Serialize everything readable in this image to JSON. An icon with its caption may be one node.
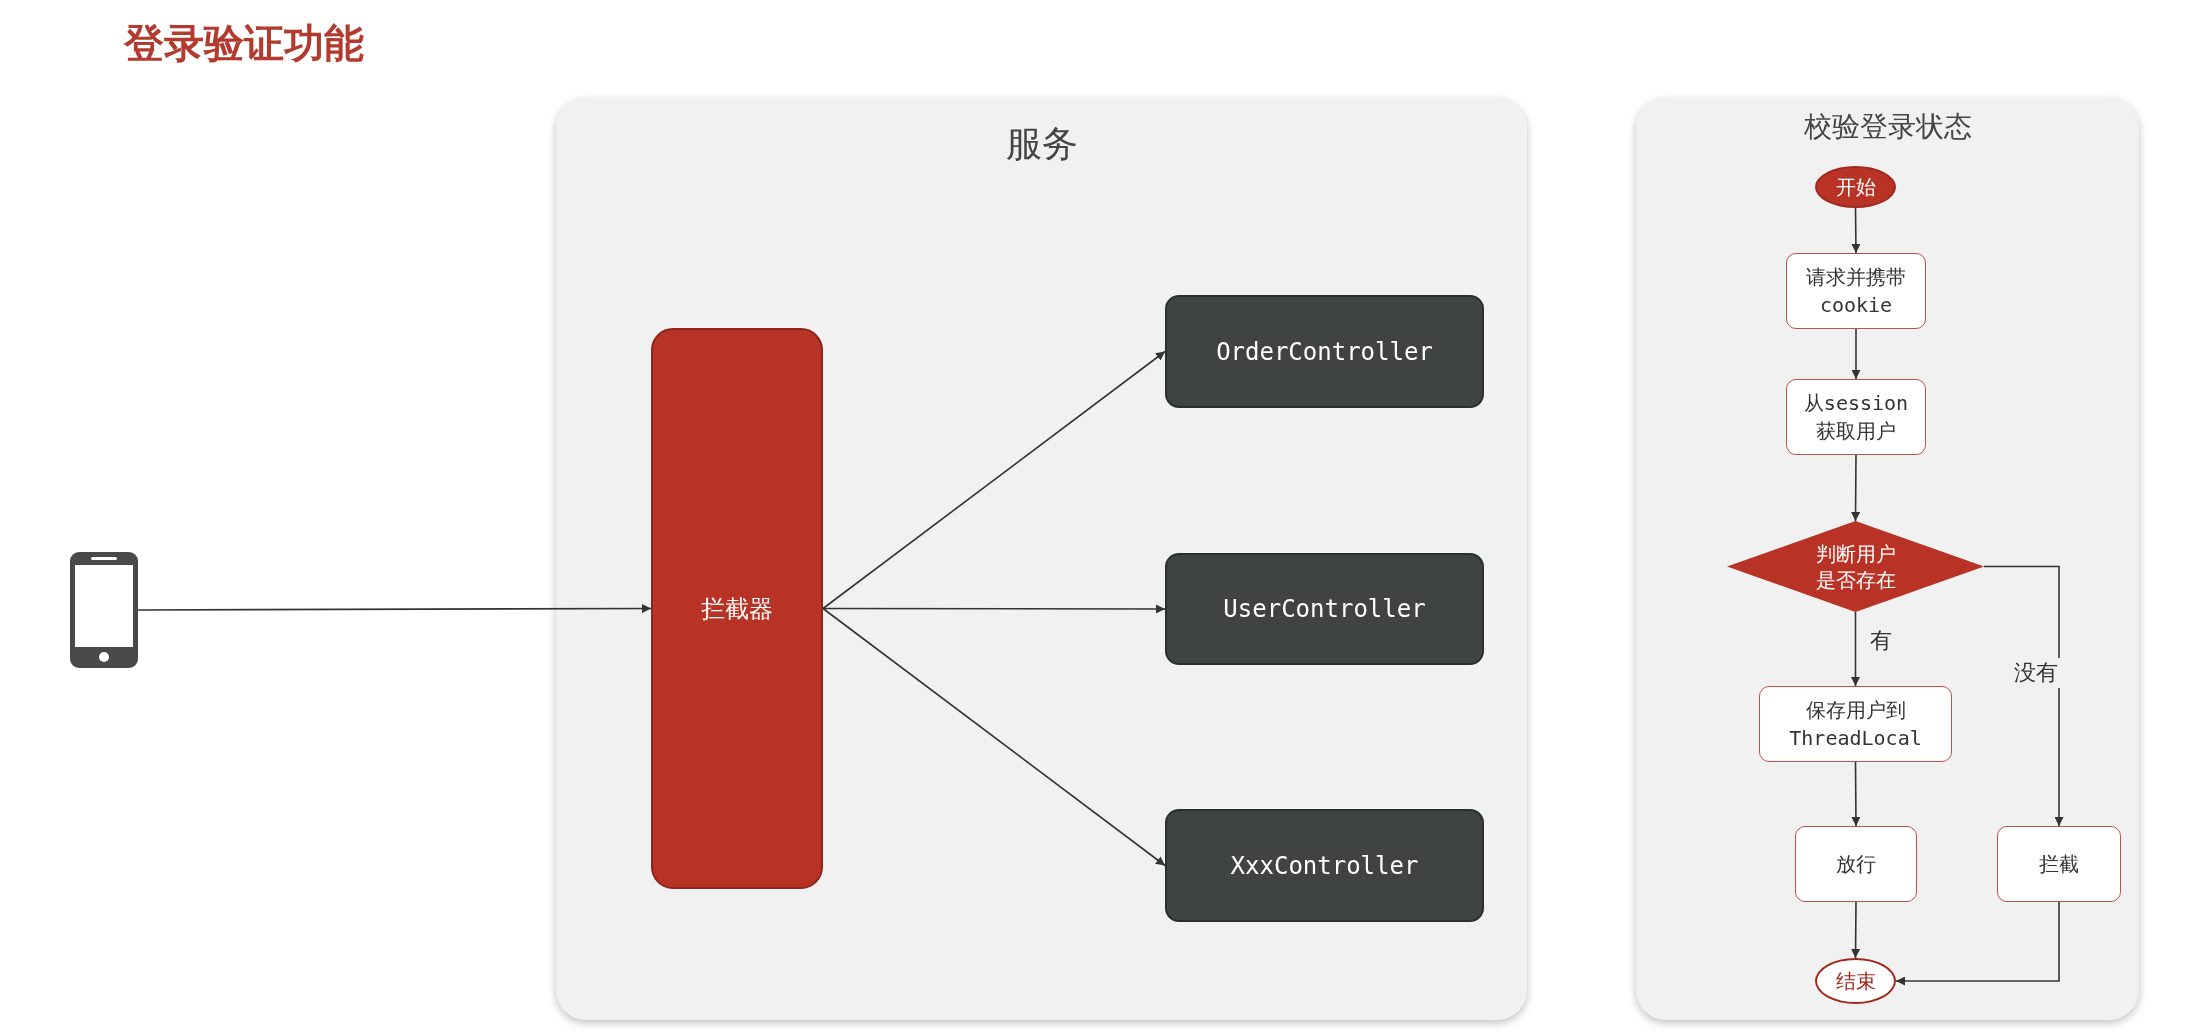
{
  "diagram": {
    "title": "登录验证功能",
    "nodes": [
      {
        "text": [],
        "shape": "picture"
      },
      {
        "text": [
          "服务"
        ]
      },
      {
        "text": [
          "拦截器"
        ],
        "in": 1
      },
      {
        "text": [
          "OrderController"
        ],
        "in": 1
      },
      {
        "text": [
          "UserController"
        ],
        "in": 1
      },
      {
        "text": [
          "XxxController"
        ],
        "in": 1
      },
      {
        "text": [
          "校验登录状态"
        ]
      },
      {
        "text": [
          "开始"
        ],
        "in": 6
      },
      {
        "text": [
          "请求并携带cookie"
        ],
        "in": 6
      },
      {
        "text": [
          "从session获取用户"
        ],
        "in": 6
      },
      {
        "text": [
          "判断用户是否存在"
        ],
        "in": 6
      },
      {
        "text": [
          "保存用户到ThreadLocal"
        ],
        "in": 6
      },
      {
        "text": [
          "放行"
        ],
        "in": 6
      },
      {
        "text": [
          "拦截"
        ],
        "in": 6
      },
      {
        "text": [
          "结束"
        ],
        "in": 6
      }
    ],
    "edges": [
      {
        "from": 0,
        "to": 2,
        "arrow": "to"
      },
      {
        "from": 2,
        "to": 3,
        "arrow": "to"
      },
      {
        "from": 2,
        "to": 4,
        "arrow": "to"
      },
      {
        "from": 2,
        "to": 5,
        "arrow": "to"
      },
      {
        "from": 7,
        "to": 8,
        "arrow": "to"
      },
      {
        "from": 8,
        "to": 9,
        "arrow": "to"
      },
      {
        "from": 9,
        "to": 10,
        "arrow": "to"
      },
      {
        "from": 10,
        "to": 11,
        "arrow": "to",
        "label": "有"
      },
      {
        "from": 11,
        "to": 12,
        "arrow": "to"
      },
      {
        "from": 12,
        "to": 14,
        "arrow": "to"
      },
      {
        "from": 10,
        "to": 13,
        "arrow": "to",
        "label": "没有"
      },
      {
        "from": 13,
        "to": 14,
        "arrow": "to"
      }
    ]
  }
}
